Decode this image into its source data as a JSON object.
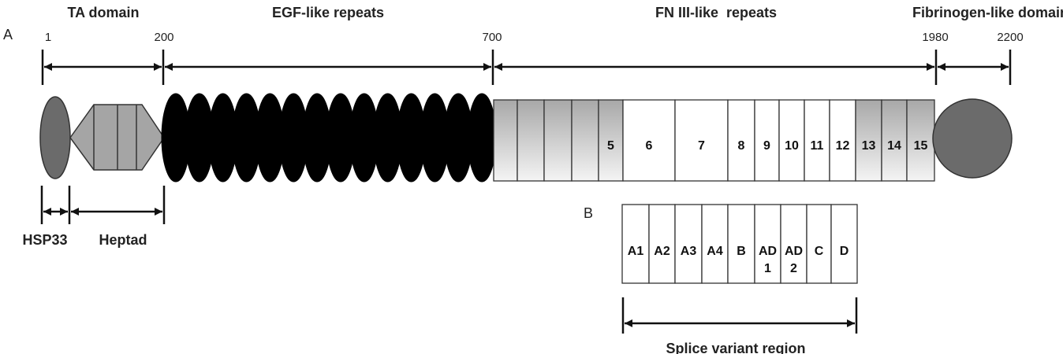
{
  "panel_labels": {
    "a": "A",
    "b": "B"
  },
  "domains": {
    "ta": "TA domain",
    "egf": "EGF-like repeats",
    "fn3": "FN III-like  repeats",
    "fibrinogen": "Fibrinogen-like domain"
  },
  "positions": [
    "1",
    "200",
    "700",
    "1980",
    "2200"
  ],
  "sub_domains": {
    "hsp33": "HSP33",
    "heptad": "Heptad"
  },
  "fn3_repeats": [
    "",
    "",
    "",
    "",
    "5",
    "6",
    "7",
    "8",
    "9",
    "10",
    "11",
    "12",
    "13",
    "14",
    "15"
  ],
  "splice_repeats": [
    {
      "l1": "A1",
      "l2": ""
    },
    {
      "l1": "A2",
      "l2": ""
    },
    {
      "l1": "A3",
      "l2": ""
    },
    {
      "l1": "A4",
      "l2": ""
    },
    {
      "l1": "B",
      "l2": ""
    },
    {
      "l1": "AD",
      "l2": "1"
    },
    {
      "l1": "AD",
      "l2": "2"
    },
    {
      "l1": "C",
      "l2": ""
    },
    {
      "l1": "D",
      "l2": ""
    }
  ],
  "splice_label": "Splice variant region",
  "colors": {
    "dark_gray": "#6b6b6b",
    "mid_gray": "#a5a5a5",
    "egf_fill": "#000000",
    "outline": "#333333"
  }
}
